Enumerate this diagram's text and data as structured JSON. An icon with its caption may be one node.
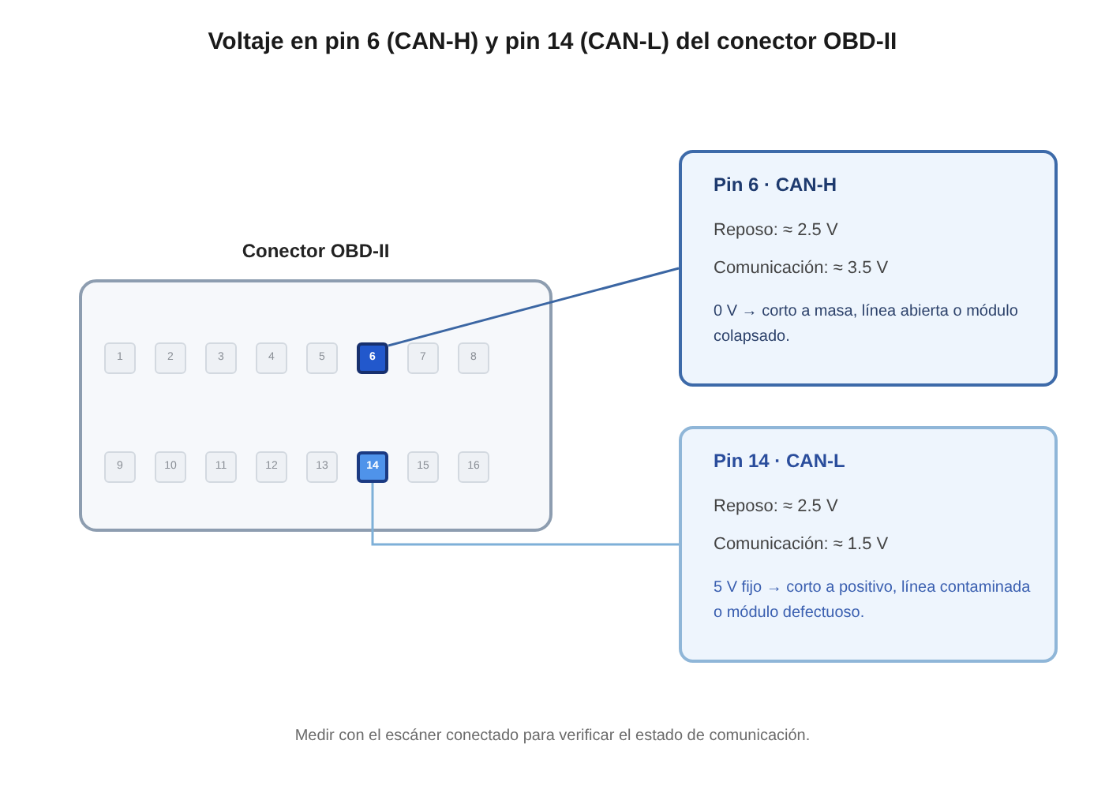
{
  "diagram": {
    "title": "Voltaje en pin 6 (CAN-H) y pin 14 (CAN-L) del conector OBD-II",
    "caption": "Medir con el escáner conectado para verificar el estado de comunicación.",
    "nodes": [
      {
        "text": [
          "Conector OBD-II"
        ]
      },
      {
        "text": [
          "1"
        ],
        "in": 0
      },
      {
        "text": [
          "2"
        ],
        "in": 0
      },
      {
        "text": [
          "3"
        ],
        "in": 0
      },
      {
        "text": [
          "4"
        ],
        "in": 0
      },
      {
        "text": [
          "5"
        ],
        "in": 0
      },
      {
        "text": [
          "6"
        ],
        "in": 0
      },
      {
        "text": [
          "7"
        ],
        "in": 0
      },
      {
        "text": [
          "8"
        ],
        "in": 0
      },
      {
        "text": [
          "9"
        ],
        "in": 0
      },
      {
        "text": [
          "10"
        ],
        "in": 0
      },
      {
        "text": [
          "11"
        ],
        "in": 0
      },
      {
        "text": [
          "12"
        ],
        "in": 0
      },
      {
        "text": [
          "13"
        ],
        "in": 0
      },
      {
        "text": [
          "14"
        ],
        "in": 0
      },
      {
        "text": [
          "15"
        ],
        "in": 0
      },
      {
        "text": [
          "16"
        ],
        "in": 0
      },
      {
        "text": [
          "Pin 6 · CAN-H",
          "Reposo: ≈ 2.5 V",
          "Comunicación: ≈ 3.5 V",
          "0 V → corto a masa, línea abierta o módulo colapsado."
        ]
      },
      {
        "text": [
          "Pin 14 · CAN-L",
          "Reposo: ≈ 2.5 V",
          "Comunicación: ≈ 1.5 V",
          "5 V fijo → corto a positivo, línea contaminada o módulo defectuoso."
        ]
      }
    ],
    "edges": [
      {
        "from": 6,
        "to": 17,
        "arrow": "none",
        "color": "#3b66a3"
      },
      {
        "from": 14,
        "to": 18,
        "arrow": "none",
        "color": "#7eb0d8"
      }
    ]
  }
}
